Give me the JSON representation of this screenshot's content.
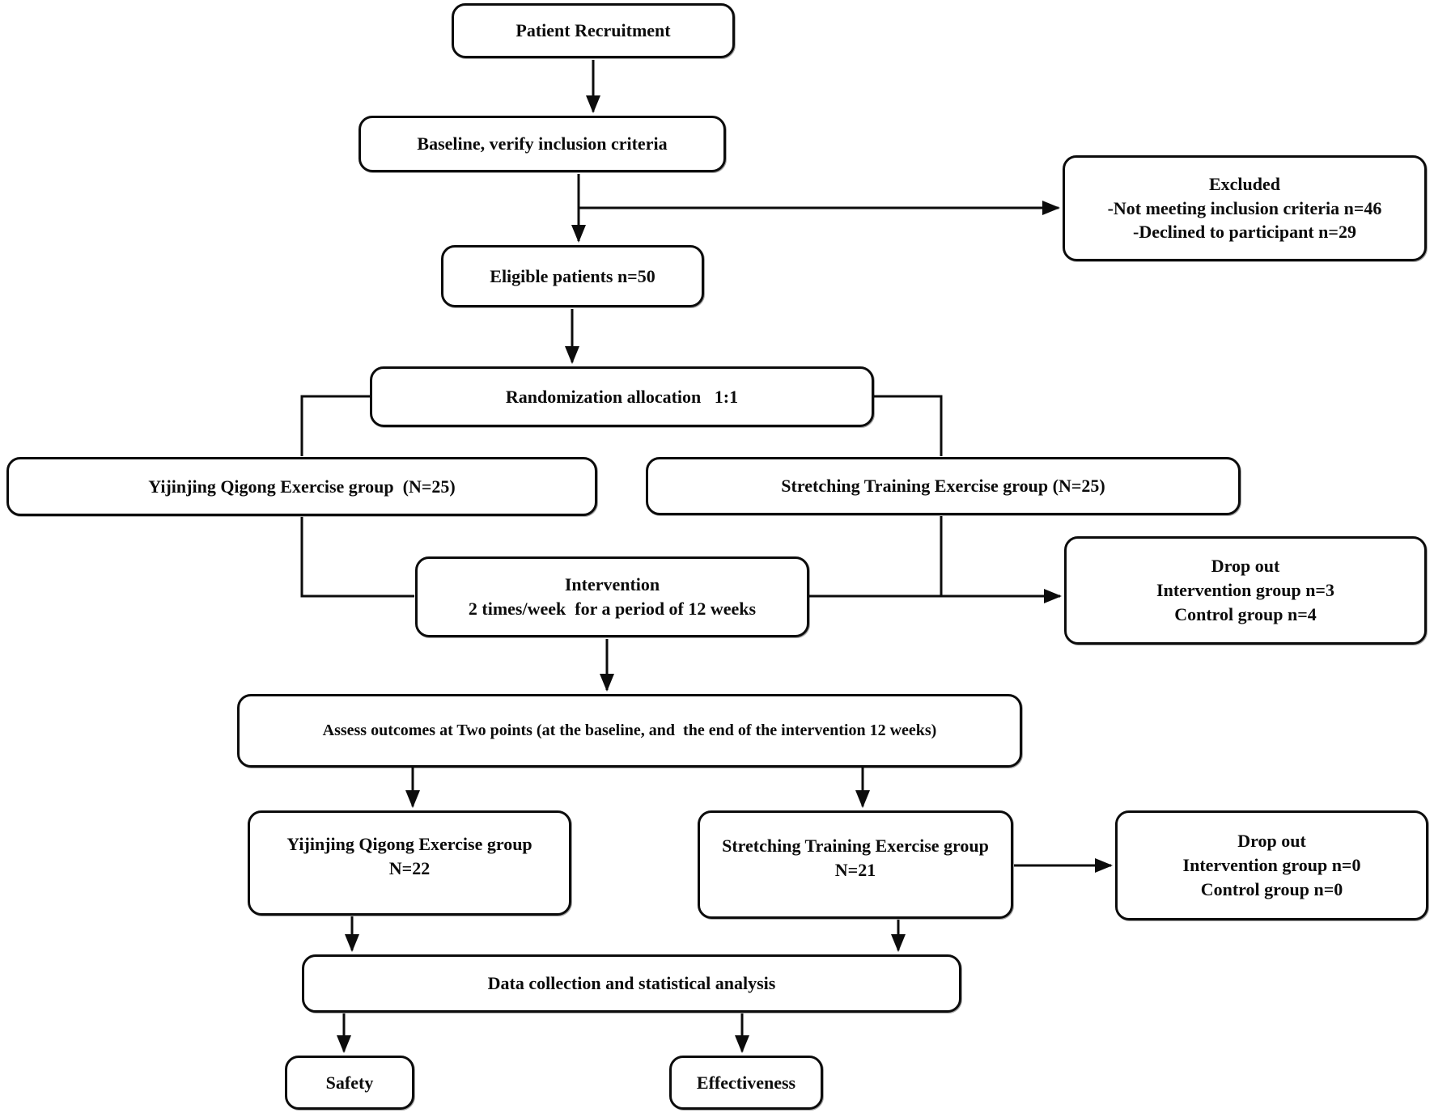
{
  "figure": {
    "type": "consort-flowchart",
    "colors": {
      "background": "#ffffff",
      "box_border": "#0c0c0c",
      "box_fill": "#ffffff",
      "text": "#0c0c0c",
      "connector": "#0c0c0c"
    }
  },
  "boxes": {
    "patient_recruitment": {
      "label": "Patient Recruitment"
    },
    "baseline": {
      "label": "Baseline, verify inclusion criteria"
    },
    "excluded": {
      "lines": [
        "Excluded",
        "-Not meeting inclusion criteria n=46",
        "-Declined to participant n=29"
      ]
    },
    "eligible": {
      "label": "Eligible patients n=50"
    },
    "randomization": {
      "label": "Randomization allocation   1:1"
    },
    "qigong_group": {
      "label": "Yijinjing Qigong Exercise group  (N=25)"
    },
    "stretching_group": {
      "label": "Stretching Training Exercise group (N=25)"
    },
    "intervention": {
      "lines": [
        "Intervention",
        "2 times/week  for a period of 12 weeks"
      ]
    },
    "dropout_after_intervention": {
      "lines": [
        "Drop out",
        "Intervention group n=3",
        "Control group n=4"
      ]
    },
    "assess": {
      "label": "Assess outcomes at Two points (at the baseline, and  the end of the intervention 12 weeks)"
    },
    "qigong_group_final": {
      "lines": [
        "Yijinjing Qigong Exercise group",
        "N=22"
      ]
    },
    "stretching_group_final": {
      "lines": [
        "Stretching Training Exercise group",
        "N=21"
      ]
    },
    "dropout_final": {
      "lines": [
        "Drop out",
        "Intervention group n=0",
        "Control group n=0"
      ]
    },
    "data_collection": {
      "label": "Data collection and statistical analysis"
    },
    "safety": {
      "label": "Safety"
    },
    "effectiveness": {
      "label": "Effectiveness"
    }
  }
}
